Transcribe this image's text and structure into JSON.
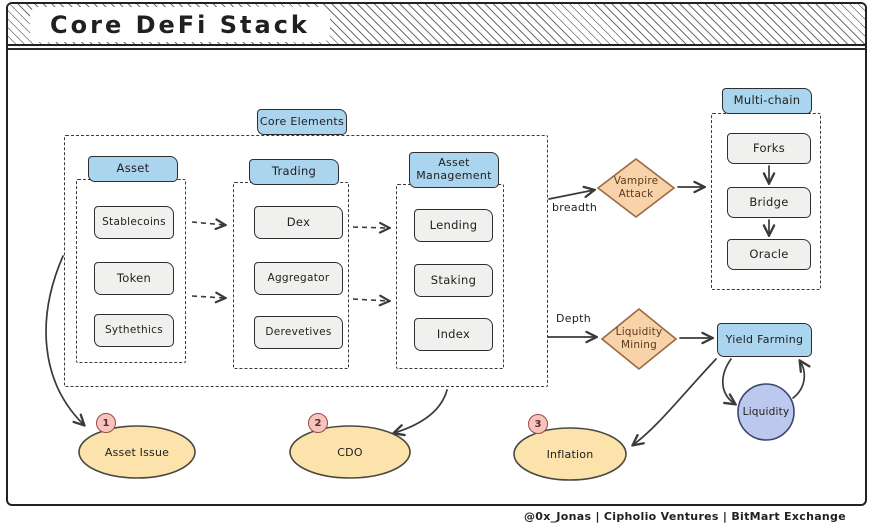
{
  "title": "Core DeFi Stack",
  "footer_credit": "@0x_Jonas | Cipholio Ventures | BitMart Exchange",
  "diagram": {
    "core_elements_label": "Core Elements",
    "columns": [
      {
        "header": "Asset",
        "items": [
          "Stablecoins",
          "Token",
          "Sythethics"
        ]
      },
      {
        "header": "Trading",
        "items": [
          "Dex",
          "Aggregator",
          "Derevetives"
        ]
      },
      {
        "header": "Asset Management",
        "items": [
          "Lending",
          "Staking",
          "Index"
        ]
      }
    ],
    "multichain": {
      "header": "Multi-chain",
      "items": [
        "Forks",
        "Bridge",
        "Oracle"
      ]
    },
    "edges": {
      "breadth_label": "breadth",
      "depth_label": "Depth"
    },
    "nodes": {
      "vampire_attack": "Vampire Attack",
      "liquidity_mining": "Liquidity Mining",
      "yield_farming": "Yield Farming",
      "liquidity": "Liquidity"
    },
    "outcomes": [
      {
        "number": "1",
        "label": "Asset Issue"
      },
      {
        "number": "2",
        "label": "CDO"
      },
      {
        "number": "3",
        "label": "Inflation"
      }
    ]
  },
  "colors": {
    "header_blue": "#abd4ee",
    "node_gray": "#f0f0ee",
    "diamond_orange": "#f8d2a8",
    "ellipse_yellow": "#fce3ab",
    "badge_pink": "#f6c3bd",
    "liquidity_purple": "#bcc8ee"
  }
}
